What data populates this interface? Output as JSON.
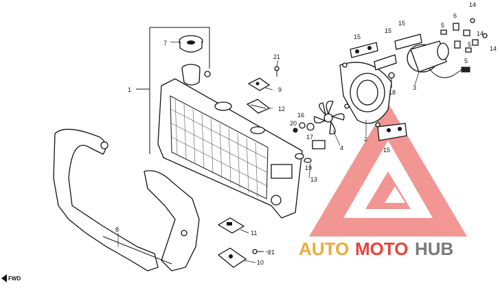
{
  "callouts": [
    {
      "id": "c1",
      "text": "1"
    },
    {
      "id": "c2",
      "text": "2"
    },
    {
      "id": "c3",
      "text": "3"
    },
    {
      "id": "c4",
      "text": "4"
    },
    {
      "id": "c5a",
      "text": "5"
    },
    {
      "id": "c5b",
      "text": "5"
    },
    {
      "id": "c5c",
      "text": "5"
    },
    {
      "id": "c6",
      "text": "6"
    },
    {
      "id": "c7",
      "text": "7"
    },
    {
      "id": "c8",
      "text": "8"
    },
    {
      "id": "c9",
      "text": "9"
    },
    {
      "id": "c10",
      "text": "10"
    },
    {
      "id": "c11",
      "text": "11"
    },
    {
      "id": "c12",
      "text": "12"
    },
    {
      "id": "c13",
      "text": "13"
    },
    {
      "id": "c14a",
      "text": "14"
    },
    {
      "id": "c14b",
      "text": "14"
    },
    {
      "id": "c14c",
      "text": "14"
    },
    {
      "id": "c15a",
      "text": "15"
    },
    {
      "id": "c15b",
      "text": "15"
    },
    {
      "id": "c15c",
      "text": "15"
    },
    {
      "id": "c15d",
      "text": "15"
    },
    {
      "id": "c16",
      "text": "16"
    },
    {
      "id": "c17",
      "text": "17"
    },
    {
      "id": "c18",
      "text": "18"
    },
    {
      "id": "c19",
      "text": "19"
    },
    {
      "id": "c20",
      "text": "20"
    },
    {
      "id": "c21a",
      "text": "21"
    },
    {
      "id": "c21b",
      "text": "21"
    }
  ],
  "fwd_label": "FWD",
  "watermark": {
    "part1": "AUTO",
    "part2": "MOTO",
    "part3": "HUB",
    "color_red": "#e8423c",
    "color_gray": "#7a7a7a",
    "color_orange": "#f2a93b"
  }
}
